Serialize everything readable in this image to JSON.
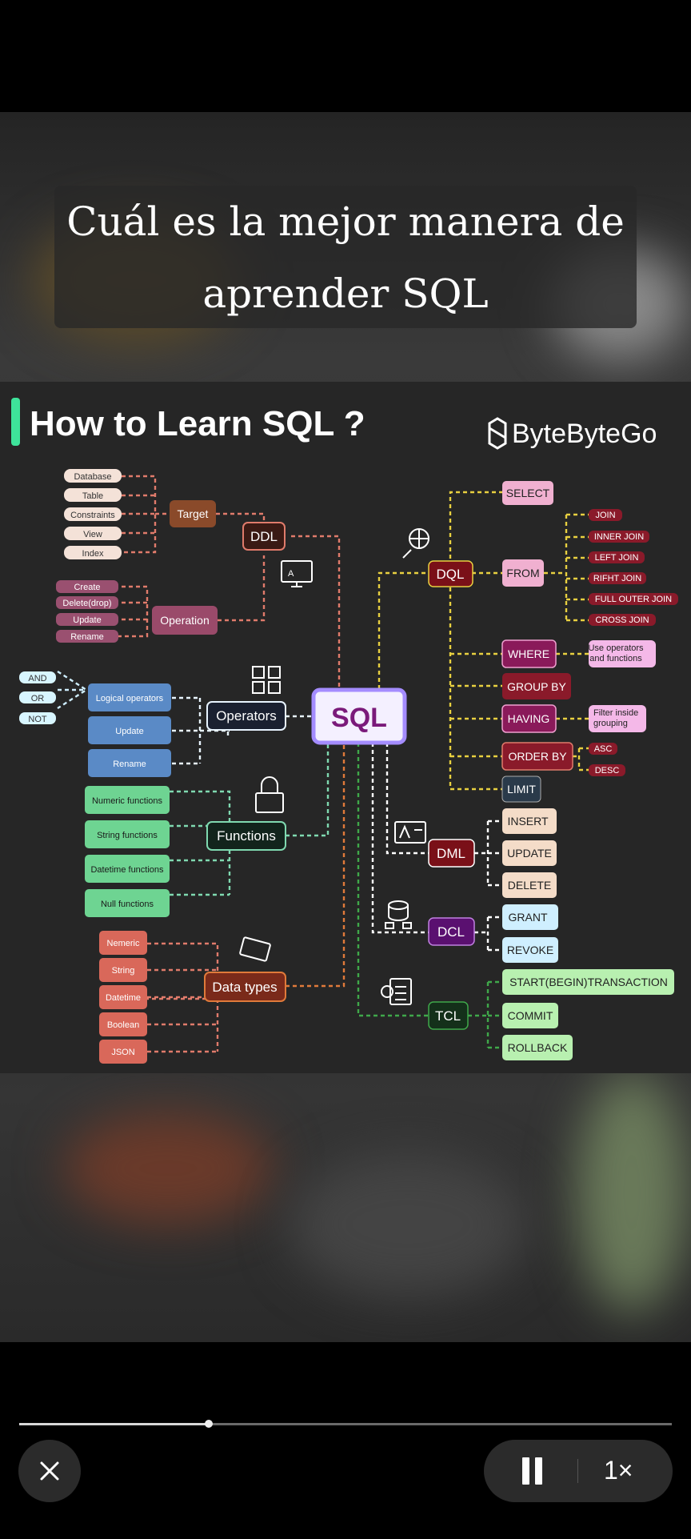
{
  "caption": {
    "line1": "Cuál es la mejor manera de",
    "line2": "aprender SQL"
  },
  "infographic": {
    "title": "How to Learn SQL ?",
    "brand": "ByteByteGo",
    "center": "SQL",
    "ddl": {
      "label": "DDL",
      "target": "Target",
      "target_items": [
        "Database",
        "Table",
        "Constraints",
        "View",
        "Index"
      ],
      "operation": "Operation",
      "operation_items": [
        "Create",
        "Delete(drop)",
        "Update",
        "Rename"
      ]
    },
    "operators": {
      "label": "Operators",
      "items": [
        "Logical operators",
        "Update",
        "Rename"
      ],
      "logical": [
        "AND",
        "OR",
        "NOT"
      ]
    },
    "functions": {
      "label": "Functions",
      "items": [
        "Numeric functions",
        "String functions",
        "Datetime functions",
        "Null functions"
      ]
    },
    "datatypes": {
      "label": "Data types",
      "items": [
        "Nemeric",
        "String",
        "Datetime",
        "Boolean",
        "JSON"
      ]
    },
    "dql": {
      "label": "DQL",
      "select": "SELECT",
      "from": "FROM",
      "joins": [
        "JOIN",
        "INNER JOIN",
        "LEFT JOIN",
        "RIFHT JOIN",
        "FULL OUTER JOIN",
        "CROSS JOIN"
      ],
      "where": "WHERE",
      "where_note": [
        "Use operators",
        "and functions"
      ],
      "groupby": "GROUP BY",
      "having": "HAVING",
      "having_note": [
        "Filter inside",
        "grouping"
      ],
      "orderby": "ORDER BY",
      "order_items": [
        "ASC",
        "DESC"
      ],
      "limit": "LIMIT"
    },
    "dml": {
      "label": "DML",
      "items": [
        "INSERT",
        "UPDATE",
        "DELETE"
      ]
    },
    "dcl": {
      "label": "DCL",
      "items": [
        "GRANT",
        "REVOKE"
      ]
    },
    "tcl": {
      "label": "TCL",
      "items": [
        "START(BEGIN)TRANSACTION",
        "COMMIT",
        "ROLLBACK"
      ]
    }
  },
  "player": {
    "progress": 0.29,
    "speed": "1×"
  },
  "colors": {
    "ddl": "#e07b6b",
    "dql": "#e8d040",
    "dml": "#ffffff",
    "tcl": "#3fa84a",
    "datatypes": "#e07a3a",
    "functions": "#7fd9b0"
  }
}
